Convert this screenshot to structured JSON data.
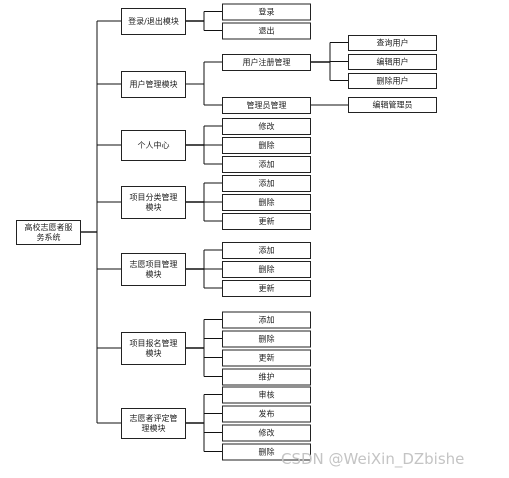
{
  "root": {
    "label": [
      "高校志愿者服",
      "务系统"
    ]
  },
  "modules": [
    {
      "id": "login",
      "label": [
        "登录/退出模块"
      ],
      "children": [
        "登录",
        "退出"
      ]
    },
    {
      "id": "user",
      "label": [
        "用户管理模块"
      ],
      "subgroups": [
        {
          "label": "用户注册管理",
          "children": [
            "查询用户",
            "编辑用户",
            "删除用户"
          ]
        },
        {
          "label": "管理员管理",
          "children": [
            "编辑管理员"
          ]
        }
      ]
    },
    {
      "id": "personal",
      "label": [
        "个人中心"
      ],
      "children": [
        "修改",
        "删除",
        "添加"
      ]
    },
    {
      "id": "category",
      "label": [
        "项目分类管理",
        "模块"
      ],
      "children": [
        "添加",
        "删除",
        "更新"
      ]
    },
    {
      "id": "volunteer_project",
      "label": [
        "志愿项目管理",
        "模块"
      ],
      "children": [
        "添加",
        "删除",
        "更新"
      ]
    },
    {
      "id": "enroll",
      "label": [
        "项目报名管理",
        "模块"
      ],
      "children": [
        "添加",
        "删除",
        "更新",
        "维护"
      ]
    },
    {
      "id": "review",
      "label": [
        "志愿者评定管",
        "理模块"
      ],
      "children": [
        "审核",
        "发布",
        "修改",
        "删除"
      ]
    }
  ],
  "watermark": "CSDN @WeiXin_DZbishe"
}
